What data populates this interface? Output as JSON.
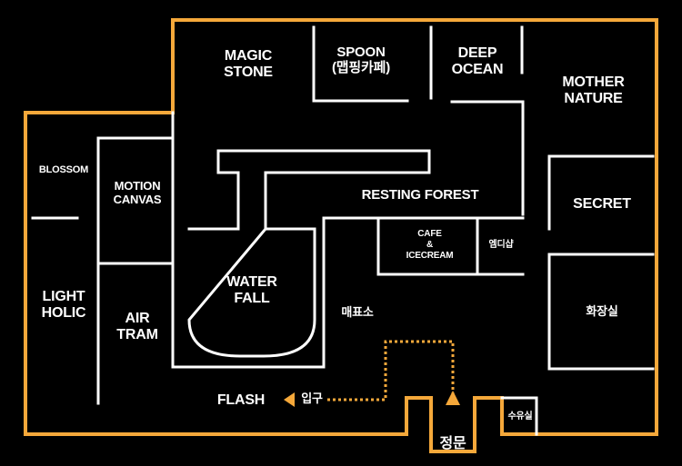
{
  "colors": {
    "background": "#000000",
    "outer_wall": "#F5A83A",
    "inner_wall": "#FFFFFF",
    "path": "#F5A83A",
    "text": "#FFFFFF"
  },
  "rooms": {
    "magic_stone": "MAGIC\nSTONE",
    "spoon": "SPOON\n(맵핑카페)",
    "deep_ocean": "DEEP\nOCEAN",
    "mother_nature": "MOTHER\nNATURE",
    "blossom": "BLOSSOM",
    "motion_canvas": "MOTION\nCANVAS",
    "resting_forest": "RESTING FOREST",
    "secret": "SECRET",
    "cafe_icecream": "CAFE\n&\nICECREAM",
    "emdi_shop": "엠디샵",
    "water_fall": "WATER\nFALL",
    "light_holic": "LIGHT\nHOLIC",
    "air_tram": "AIR\nTRAM",
    "ticket_office": "매표소",
    "restroom": "화장실",
    "nursing_room": "수유실",
    "flash": "FLASH"
  },
  "wayfinding": {
    "entrance_label": "입구",
    "main_gate_label": "정문",
    "arrow_left_icon": "triangle-left-icon",
    "arrow_up_icon": "triangle-up-icon"
  }
}
